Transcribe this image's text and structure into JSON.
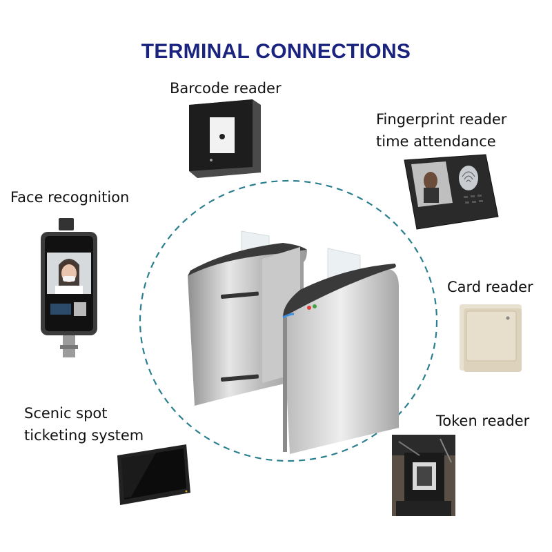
{
  "diagram": {
    "title": "TERMINAL CONNECTIONS",
    "center_device": "turnstile-speed-gate",
    "accent_color": "#1a237e",
    "circle_color": "#2a7f8f",
    "peripherals": [
      {
        "label": "Barcode reader",
        "icon": "barcode-reader-device"
      },
      {
        "label": "Fingerprint reader",
        "label2": "time attendance",
        "icon": "fingerprint-terminal-device"
      },
      {
        "label": "Face recognition",
        "icon": "face-recognition-terminal"
      },
      {
        "label": "Card reader",
        "icon": "card-reader-device"
      },
      {
        "label": "Scenic spot",
        "label2": "ticketing system",
        "icon": "ticketing-monitor"
      },
      {
        "label": "Token reader",
        "icon": "token-reader-device"
      }
    ]
  }
}
